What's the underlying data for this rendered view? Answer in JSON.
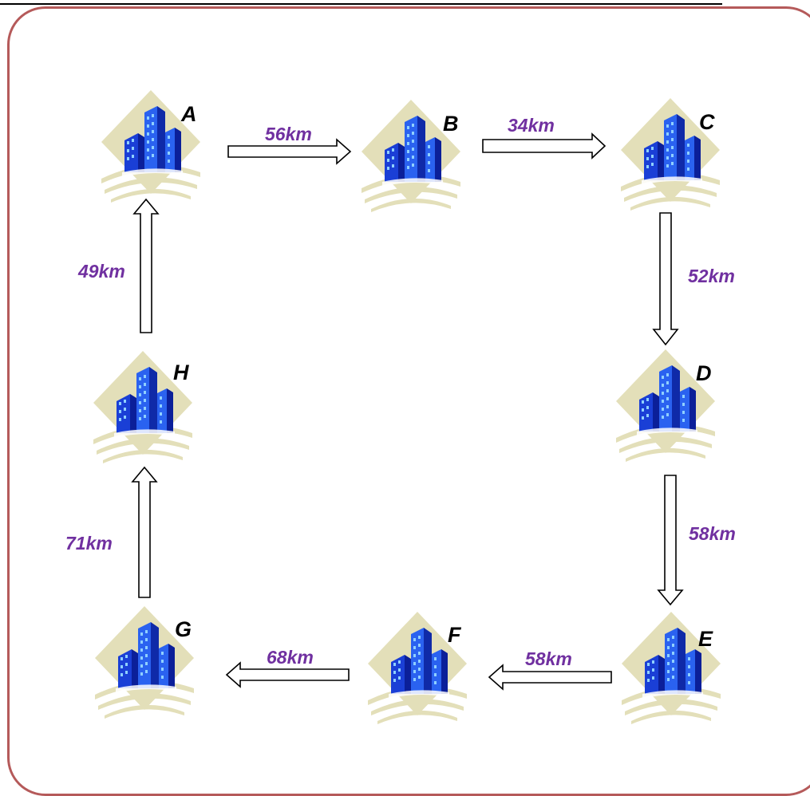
{
  "colors": {
    "frame": "#b55a5a",
    "distance_text": "#7030a0",
    "building_dark": "#1a3fd6",
    "building_light": "#4aa3ff",
    "backdrop": "#e3dfb9"
  },
  "nodes": [
    {
      "label": "A",
      "icon": "city-building-icon"
    },
    {
      "label": "B",
      "icon": "city-building-icon"
    },
    {
      "label": "C",
      "icon": "city-building-icon"
    },
    {
      "label": "D",
      "icon": "city-building-icon"
    },
    {
      "label": "E",
      "icon": "city-building-icon"
    },
    {
      "label": "F",
      "icon": "city-building-icon"
    },
    {
      "label": "G",
      "icon": "city-building-icon"
    },
    {
      "label": "H",
      "icon": "city-building-icon"
    }
  ],
  "edges": [
    {
      "from": "A",
      "to": "B",
      "label": "56km"
    },
    {
      "from": "B",
      "to": "C",
      "label": "34km"
    },
    {
      "from": "C",
      "to": "D",
      "label": "52km"
    },
    {
      "from": "D",
      "to": "E",
      "label": "58km"
    },
    {
      "from": "E",
      "to": "F",
      "label": "58km"
    },
    {
      "from": "F",
      "to": "G",
      "label": "68km"
    },
    {
      "from": "G",
      "to": "H",
      "label": "71km"
    },
    {
      "from": "H",
      "to": "A",
      "label": "49km"
    }
  ]
}
